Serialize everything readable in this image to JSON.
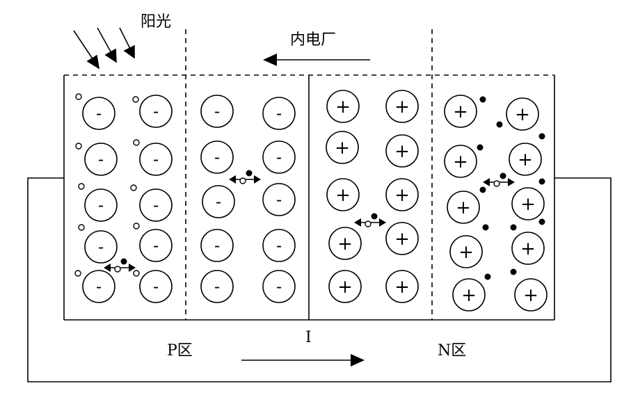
{
  "labels": {
    "sunlight": "阳光",
    "built_in_field": "内电厂",
    "p_region": "P区",
    "n_region": "N区",
    "current": "I"
  },
  "ion_signs": {
    "negative": "-",
    "positive": "+"
  },
  "colors": {
    "stroke": "#000000",
    "background": "#ffffff"
  }
}
